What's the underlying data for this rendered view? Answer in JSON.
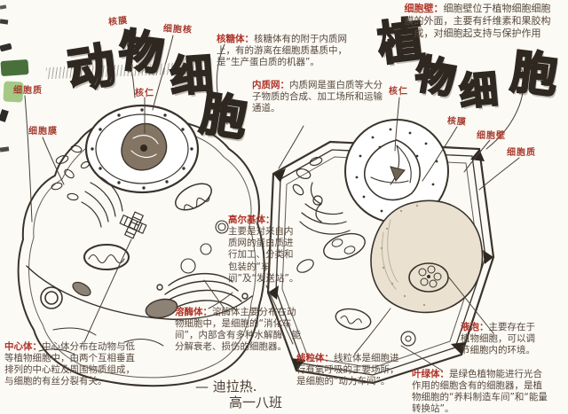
{
  "page": {
    "kind": "hand-drawn biology notebook diagram",
    "colors": {
      "paper": "#fbfaf5",
      "ink": "#3a332c",
      "label_red": "#a63a2e",
      "term_red": "#b03328",
      "body_text": "#57483c",
      "green_patch_dark": "#47703a",
      "green_patch_light": "#a3c985",
      "vacuole_fill": "#eae1d0"
    }
  },
  "titles": {
    "animal": {
      "text": "动物细胞",
      "chars": [
        "动",
        "物",
        "细",
        "胞"
      ]
    },
    "plant": {
      "text": "植物细胞",
      "chars": [
        "植",
        "物",
        "细",
        "胞"
      ]
    }
  },
  "labels": {
    "animal": [
      {
        "id": "nuclear-membrane",
        "text": "核膜"
      },
      {
        "id": "nucleus",
        "text": "细胞核"
      },
      {
        "id": "nucleolus",
        "text": "核仁"
      },
      {
        "id": "cytoplasm",
        "text": "细胞质"
      },
      {
        "id": "cell-membrane",
        "text": "细胞膜"
      }
    ],
    "plant": [
      {
        "id": "nucleolus",
        "text": "核仁"
      },
      {
        "id": "nuclear-membrane",
        "text": "核膜"
      },
      {
        "id": "cell-wall",
        "text": "细胞壁"
      },
      {
        "id": "cytoplasm",
        "text": "细胞质"
      }
    ]
  },
  "annotations": [
    {
      "id": "ribosome",
      "term": "核糖体：",
      "body": "核糖体有的附于内质网上，有的游离在细胞质基质中，是“生产蛋白质的机器”。"
    },
    {
      "id": "er",
      "term": "内质网：",
      "body": "内质网是蛋白质等大分子物质的合成、加工场所和运输通道。"
    },
    {
      "id": "cellwall",
      "term": "细胞壁：",
      "body": "细胞壁位于植物细胞细胞膜的外面，主要有纤维素和果胶构成，对细胞起支持与保护作用"
    },
    {
      "id": "golgi",
      "term": "高尔基体：",
      "body": "主要是对来自内质网的蛋白质进行加工、分类和包装的“车间”及“发送站”。"
    },
    {
      "id": "lysosome",
      "term": "溶酶体：",
      "body": "溶酶体主要分布在动物细胞中，是细胞的“消化车间”，内部含有多种水解酶，能分解衰老、损伤的细胞器。"
    },
    {
      "id": "centrosome",
      "term": "中心体：",
      "body": "中心体分布在动物与低等植物细胞中，由两个互相垂直排列的中心粒及周围物质组成，与细胞的有丝分裂有关。"
    },
    {
      "id": "mitochondria",
      "term": "线粒体：",
      "body": "线粒体是细胞进行有氧呼吸的主要场所，是细胞的“动力车间”。"
    },
    {
      "id": "vacuole",
      "term": "液泡：",
      "body": "主要存在于植物细胞，可以调节细胞内的环境。"
    },
    {
      "id": "chloroplast",
      "term": "叶绿体：",
      "body": "是绿色植物能进行光合作用的细胞含有的细胞器，是植物细胞的“养料制造车间”和“能量转换站”。"
    }
  ],
  "signature": {
    "line1": "— 迪拉热.",
    "line2": "高一八班"
  }
}
